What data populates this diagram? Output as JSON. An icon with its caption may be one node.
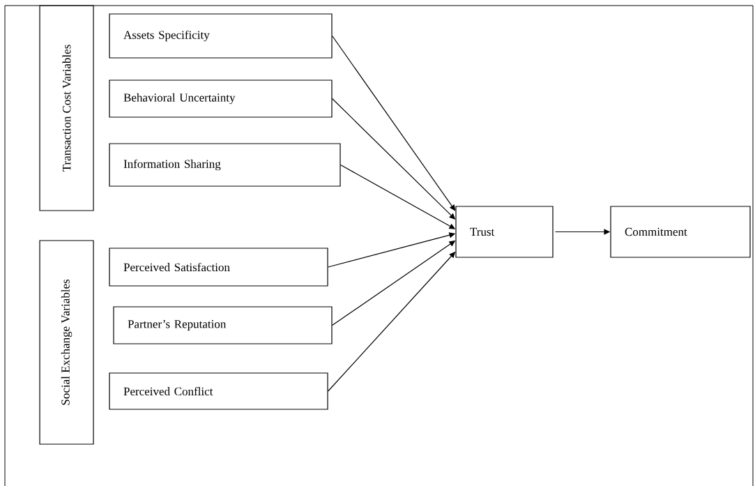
{
  "diagram": {
    "nodes": [
      {
        "text": [
          "Transaction Cost Variables"
        ]
      },
      {
        "text": [
          "Assets Specificity"
        ]
      },
      {
        "text": [
          "Behavioral Uncertainty"
        ]
      },
      {
        "text": [
          "Information Sharing"
        ]
      },
      {
        "text": [
          "Social Exchange Variables"
        ]
      },
      {
        "text": [
          "Perceived Satisfaction"
        ]
      },
      {
        "text": [
          "Partner’s Reputation"
        ]
      },
      {
        "text": [
          "Perceived Conflict"
        ]
      },
      {
        "text": [
          "Trust"
        ]
      },
      {
        "text": [
          "Commitment"
        ]
      }
    ],
    "edges": [
      {
        "from": 1,
        "to": 8,
        "arrow": "to"
      },
      {
        "from": 2,
        "to": 8,
        "arrow": "to"
      },
      {
        "from": 3,
        "to": 8,
        "arrow": "to"
      },
      {
        "from": 5,
        "to": 8,
        "arrow": "to"
      },
      {
        "from": 6,
        "to": 8,
        "arrow": "to"
      },
      {
        "from": 7,
        "to": 8,
        "arrow": "to"
      },
      {
        "from": 8,
        "to": 9,
        "arrow": "to"
      }
    ]
  }
}
